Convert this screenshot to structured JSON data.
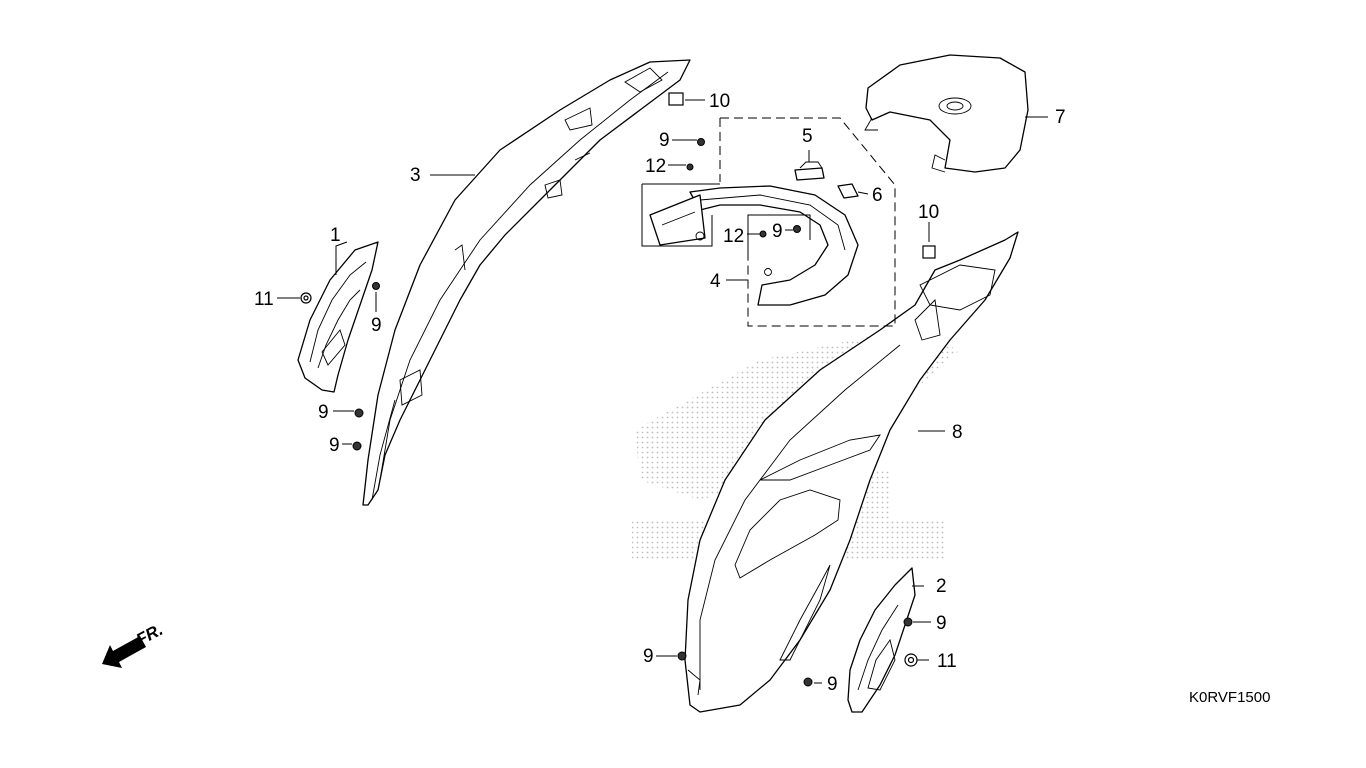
{
  "diagram": {
    "diagram_code": "K0RVF1500",
    "direction_label": "FR.",
    "callouts": {
      "c1": "1",
      "c2": "2",
      "c3": "3",
      "c4": "4",
      "c5": "5",
      "c6": "6",
      "c7": "7",
      "c8": "8",
      "c9a": "9",
      "c9b": "9",
      "c9c": "9",
      "c9d": "9",
      "c9e": "9",
      "c9f": "9",
      "c9g": "9",
      "c9h": "9",
      "c10a": "10",
      "c10b": "10",
      "c11a": "11",
      "c11b": "11",
      "c12a": "12",
      "c12b": "12"
    },
    "colors": {
      "line": "#000000",
      "watermark": "#c8c8c8"
    }
  }
}
